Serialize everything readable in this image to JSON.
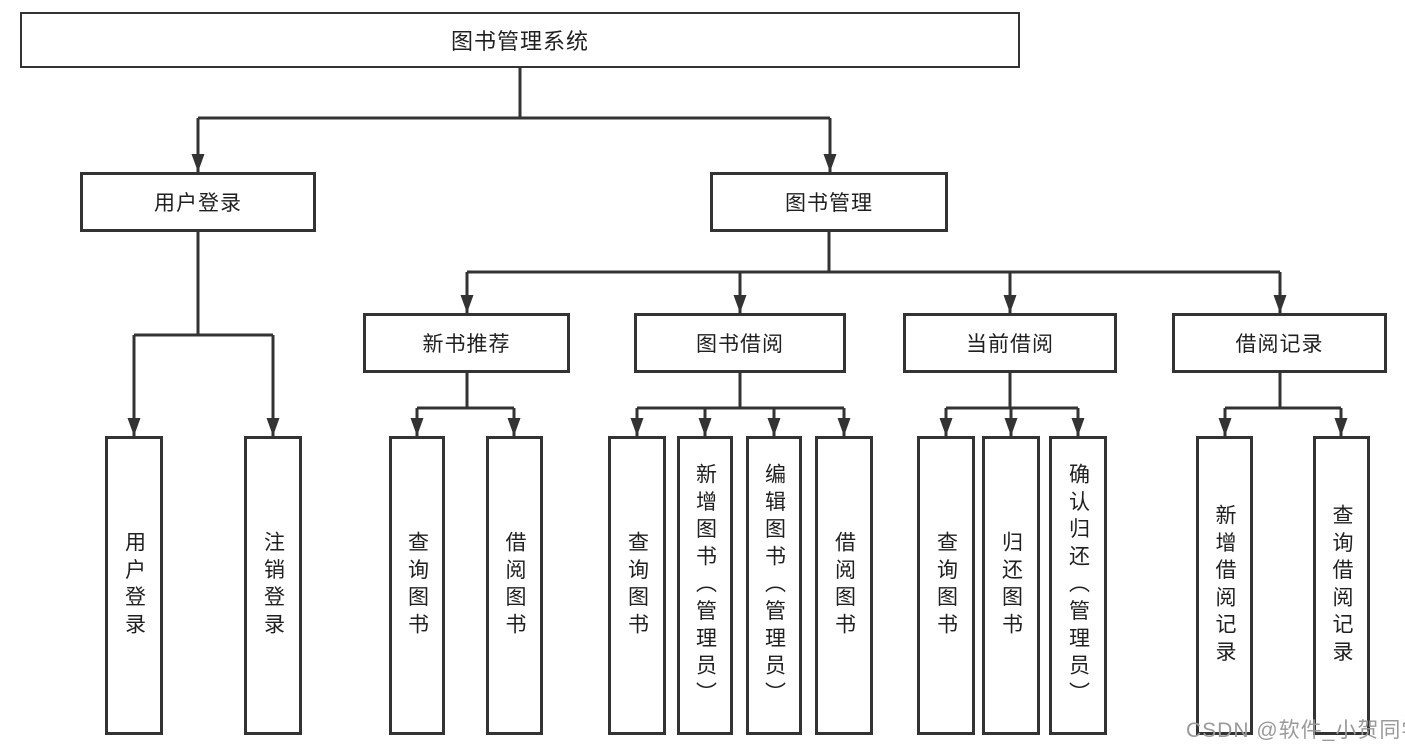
{
  "tree": {
    "label": "图书管理系统",
    "children": [
      {
        "label": "用户登录",
        "children": [
          {
            "label": "用户登录"
          },
          {
            "label": "注销登录"
          }
        ]
      },
      {
        "label": "图书管理",
        "children": [
          {
            "label": "新书推荐",
            "children": [
              {
                "label": "查询图书"
              },
              {
                "label": "借阅图书"
              }
            ]
          },
          {
            "label": "图书借阅",
            "children": [
              {
                "label": "查询图书"
              },
              {
                "label": "新增图书（管理员）"
              },
              {
                "label": "编辑图书（管理员）"
              },
              {
                "label": "借阅图书"
              }
            ]
          },
          {
            "label": "当前借阅",
            "children": [
              {
                "label": "查询图书"
              },
              {
                "label": "归还图书"
              },
              {
                "label": "确认归还（管理员）"
              }
            ]
          },
          {
            "label": "借阅记录",
            "children": [
              {
                "label": "新增借阅记录"
              },
              {
                "label": "查询借阅记录"
              }
            ]
          }
        ]
      }
    ]
  },
  "watermark": "CSDN @软件_小贺同学",
  "colors": {
    "line": "#333333",
    "box_border": "#333333",
    "text": "#1f1f1f",
    "watermark": "#9a9a9a",
    "background": "#ffffff"
  }
}
